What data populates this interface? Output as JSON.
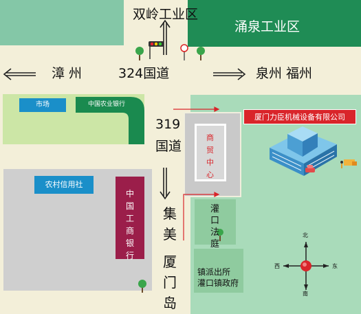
{
  "zones": {
    "north_left": "双岭工业区",
    "north_right": "涌泉工业区"
  },
  "roads": {
    "west_direction": "漳州",
    "national_highway_324": "324国道",
    "east_direction": "泉州 福州",
    "national_highway_319_line1": "319",
    "national_highway_319_line2": "国道",
    "south_direction_1": "集美",
    "south_direction_2": "厦门岛"
  },
  "buildings": {
    "market": "市场",
    "agri_bank": "中国农业银行",
    "rural_credit": "农村信用社",
    "icbc": "中国工商银行",
    "trade_center": "商贸中心",
    "court": "灌口法庭",
    "police_gov": "镇派出所\n灌口镇政府"
  },
  "company": {
    "name": "厦门力臣机械设备有限公司",
    "color": "#d9252a"
  },
  "compass": {
    "north": "北",
    "south": "南",
    "east": "东",
    "west": "西"
  },
  "colors": {
    "background": "#f3efd9",
    "dark_green": "#1a8a4f",
    "light_green": "#a6d8b6",
    "grey_block": "#cdcdcd",
    "blue_box": "#1a8fc9",
    "icbc_box": "#9b1e4a"
  }
}
